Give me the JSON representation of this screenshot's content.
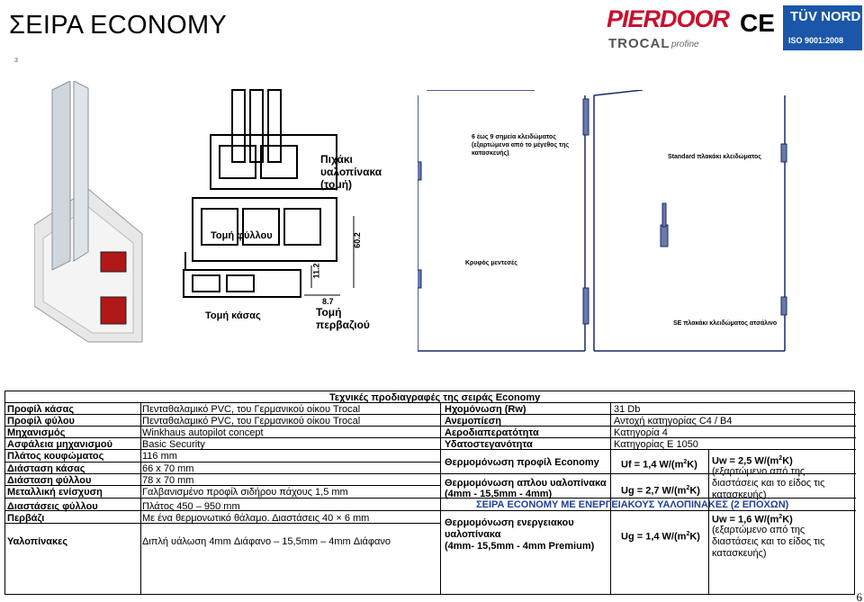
{
  "page": {
    "title": "ΣΕΙΡΑ ECONOMY",
    "small_mark": "3",
    "page_number": "6"
  },
  "logos": {
    "pierdoor": "PIERDOOR",
    "trocal": "TROCAL",
    "profine": "profine",
    "ce": "CE",
    "tuv": "TÜV NORD",
    "iso": "ISO 9001:2008"
  },
  "photo_labels": {
    "glass_bead": [
      "Πιχάκι",
      "υαλοπίνακα",
      "(τομή)"
    ],
    "sash_section": "Τομή φύλλου",
    "frame_section": "Τομή κάσας",
    "mullion_section": [
      "Τομή",
      "περβαζιού"
    ],
    "dim_60": "60.2",
    "dim_11": "11.2",
    "dim_87": "8.7"
  },
  "hardware_labels": {
    "locking_points": [
      "6 έως 9 σημεία κλειδώματος",
      "(εξαρτώμενα από το μέγεθος της",
      "κατασκευής)"
    ],
    "standard_plate": "Standard πλακάκι κλειδώματος",
    "hidden_hinges": "Κρυφός μεντεσές",
    "se_plate": "SE πλακάκι κλειδώματος ατσάλινο"
  },
  "spec": {
    "heading": "Τεχνικές προδιαγραφές της σειράς Economy",
    "left_rows": [
      {
        "label": "Προφίλ κάσας",
        "value": "Πενταθαλαμικό PVC, του Γερμανικού οίκου Trocal"
      },
      {
        "label": "Προφίλ φύλου",
        "value": "Πενταθαλαμικό PVC, του Γερμανικού οίκου Trocal"
      },
      {
        "label": "Μηχανισμός",
        "value": "Winkhaus autopilot concept"
      },
      {
        "label": "Ασφάλεια μηχανισμού",
        "value": "Basic Security"
      },
      {
        "label": "Πλάτος κουφώματος",
        "value": "116 mm"
      },
      {
        "label": "Διάσταση κάσας",
        "value": "66 x 70 mm"
      },
      {
        "label": "Διάσταση φύλλου",
        "value": "78 x 70 mm"
      },
      {
        "label": "Μεταλλική ενίσχυση",
        "value": "Γαλβανισμένο προφίλ σιδήρου πάχους 1,5 mm"
      },
      {
        "label": "Διαστάσεις φύλλου",
        "value": "Πλάτος 450 – 950 mm"
      },
      {
        "label": "Περβάζι",
        "value": "Με ένα θερμονωτικό θάλαμο. Διαστάσεις 40 × 6 mm"
      },
      {
        "label": "Υαλοπίνακες",
        "value": "Διπλή υάλωση 4mm Διάφανο – 15,5mm – 4mm Διάφανο"
      }
    ],
    "right_rows": [
      {
        "label": "Ηχομόνωση (Rw)",
        "value": "31 Db"
      },
      {
        "label": "Ανεμοπίεση",
        "value": "Αντοχή κατηγορίας C4 / B4"
      },
      {
        "label": "Αεροδιαπερατότητα",
        "value": "Κατηγορία 4"
      },
      {
        "label": "Υδατοστεγανότητα",
        "value": "Κατηγορίας E 1050"
      }
    ],
    "thermal": {
      "profile_label": "Θερμομόνωση προφίλ Economy",
      "uf": "Uf = 1,4 W/(m",
      "single_glass_label_1": "Θερμομόνωση απλου υαλοπίνακα",
      "single_glass_label_2": "(4mm - 15,5mm - 4mm)",
      "ug1": "Ug = 2,7 W/(m",
      "uw1_value": "Uw = 2,5 W/(m",
      "uw1_note": [
        "(εξαρτώμενο από της",
        "διαστάσεις και το είδος τις",
        "κατασκευής)"
      ],
      "energy_heading": "ΣΕΙΡΑ ECONOMY ΜΕ ΕΝΕΡΓΕΙΑΚΟΥΣ ΥΑΛΟΠΙΝΑΚΕΣ (2 ΕΠΟΧΩΝ)",
      "energy_label_1": "Θερμομόνωση ενεργειακου",
      "energy_label_2": "υαλοπίνακα",
      "energy_label_3": "(4mm- 15,5mm - 4mm Premium)",
      "ug2": "Ug = 1,4 W/(m",
      "uw2_value": "Uw = 1,6 W/(m",
      "uw2_note": [
        "(εξαρτώμενο από της",
        "διαστάσεις  και το είδος τις",
        "κατασκευής)"
      ],
      "unit_tail": "K)",
      "sup": "2"
    }
  }
}
